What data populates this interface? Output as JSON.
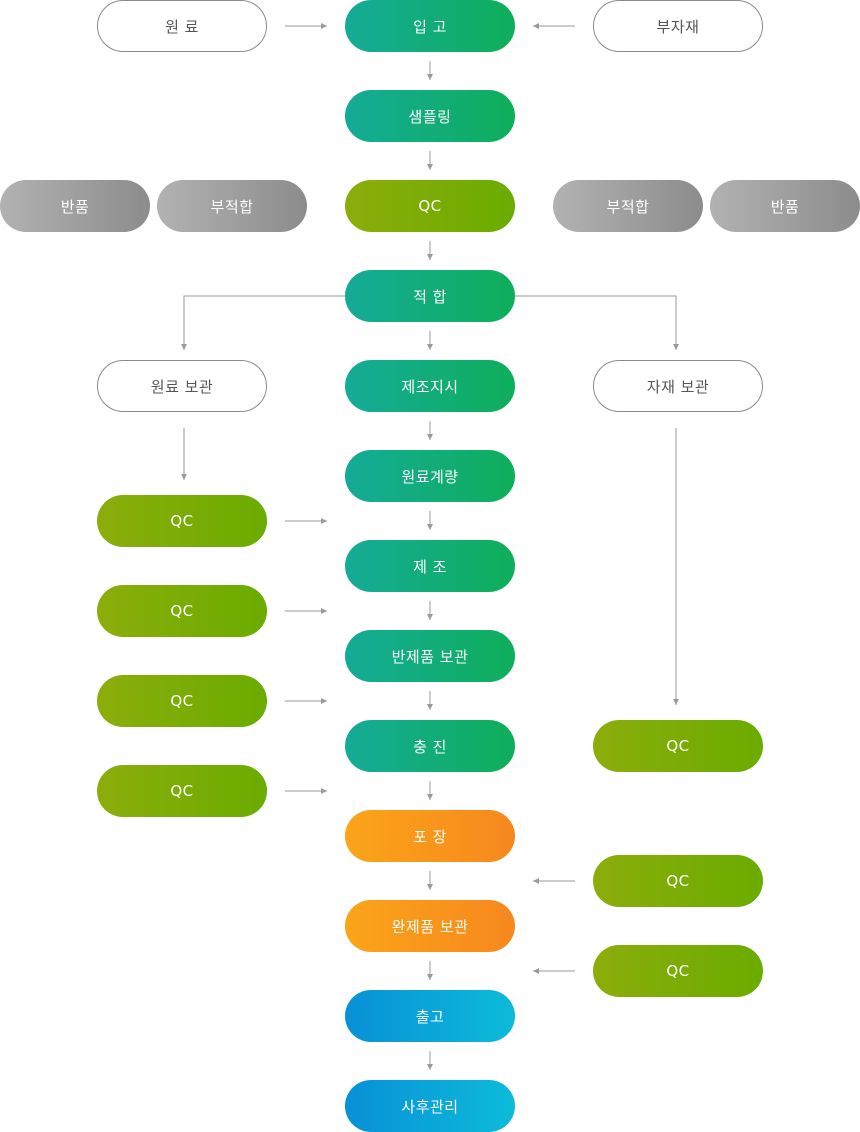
{
  "nodes": {
    "raw_material": "원 료",
    "receiving": "입 고",
    "sub_material": "부자재",
    "sampling": "샘플링",
    "return_left": "반품",
    "nonconform_left": "부적합",
    "qc_main": "QC",
    "nonconform_right": "부적합",
    "return_right": "반품",
    "conform": "적 합",
    "raw_storage": "원료 보관",
    "production_order": "제조지시",
    "material_storage": "자재 보관",
    "weighing": "원료계량",
    "manufacturing": "제 조",
    "semi_storage": "반제품 보관",
    "filling": "충 진",
    "packaging": "포 장",
    "finished_storage": "완제품 보관",
    "shipping": "출고",
    "after_service": "사후관리",
    "qc_left_1": "QC",
    "qc_left_2": "QC",
    "qc_left_3": "QC",
    "qc_left_4": "QC",
    "qc_right_1": "QC",
    "qc_right_2": "QC",
    "qc_right_3": "QC"
  },
  "colors": {
    "outline": "#8a8a8a",
    "teal": "#14ab98",
    "olive": "#8cad0b",
    "gray": "#9e9e9e",
    "orange": "#f7931d",
    "blue": "#0ba5d8",
    "arrow": "#9a9a9a"
  }
}
